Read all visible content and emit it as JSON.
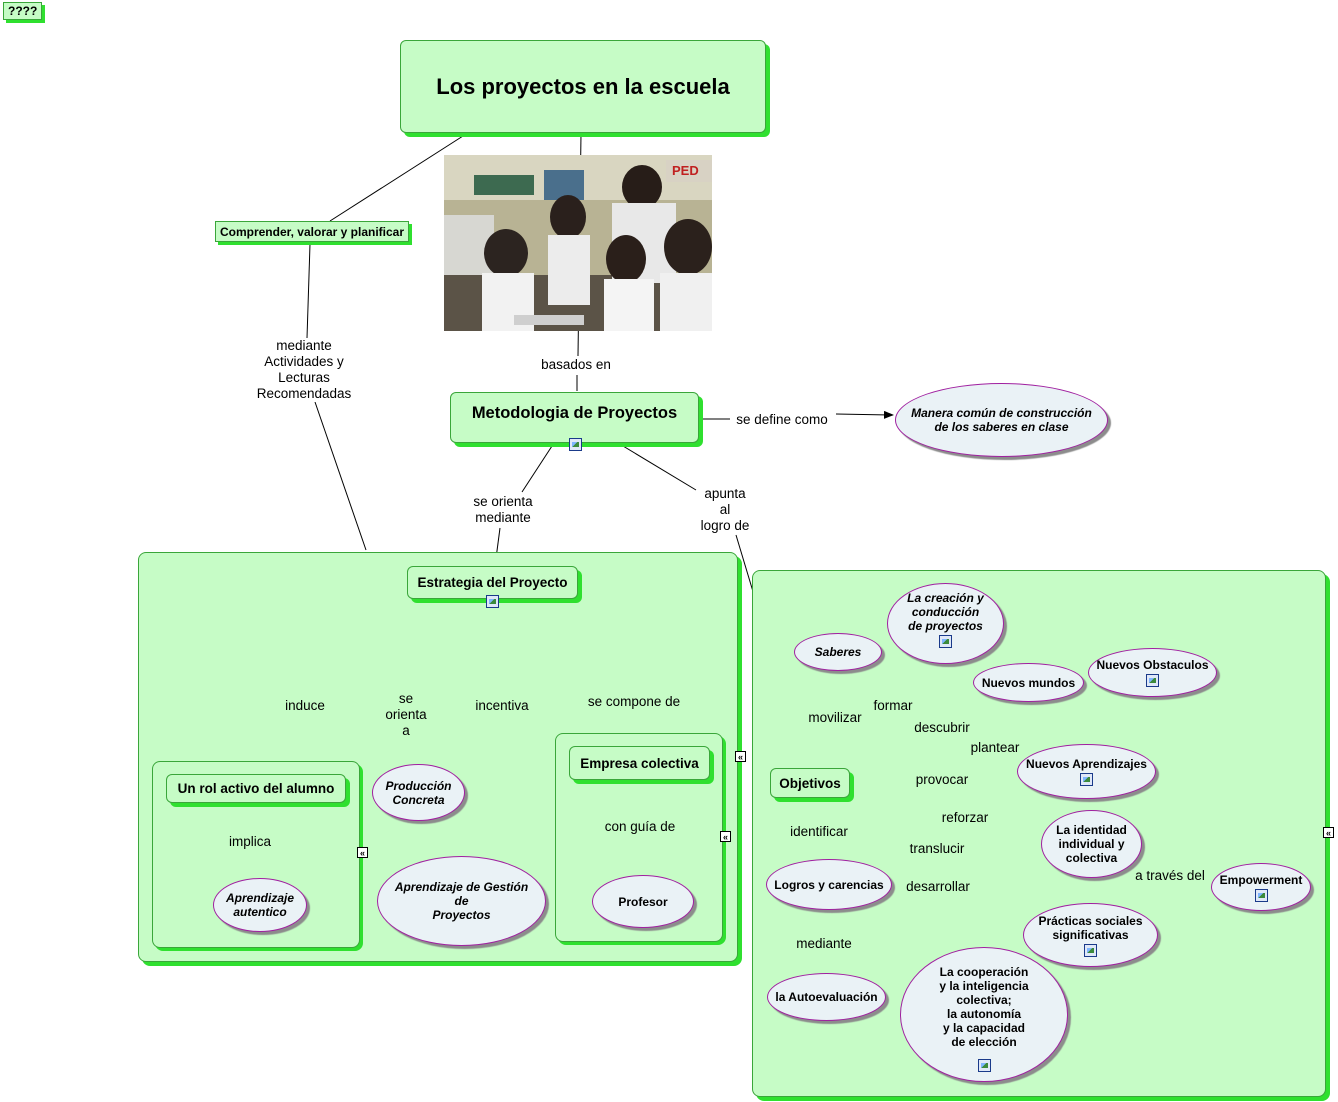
{
  "tag": "????",
  "title": "Los proyectos en la escuela",
  "nodes": {
    "comprender": "Comprender, valorar y planificar",
    "metodologia": "Metodologia de Proyectos",
    "manera": "Manera común de construcción\nde los saberes en clase",
    "estrategia": "Estrategia del Proyecto",
    "rol": "Un rol activo del alumno",
    "aprendizaje_autentico": "Aprendizaje\nautentico",
    "produccion": "Producción\nConcreta",
    "gestion": "Aprendizaje de Gestión\nde\nProyectos",
    "empresa": "Empresa colectiva",
    "profesor": "Profesor",
    "objetivos": "Objetivos",
    "saberes": "Saberes",
    "creacion": "La creación y\nconducción\nde proyectos",
    "nuevos_mundos": "Nuevos mundos",
    "nuevos_obstaculos": "Nuevos Obstaculos",
    "nuevos_aprendizajes": "Nuevos Aprendizajes",
    "identidad": "La identidad\nindividual y\ncolectiva",
    "empowerment": "Empowerment",
    "practicas": "Prácticas sociales\nsignificativas",
    "cooperacion": "La cooperación\ny la inteligencia\ncolectiva;\nla autonomía\ny la capacidad\nde elección",
    "logros": "Logros y carencias",
    "autoevaluacion": "la Autoevaluación"
  },
  "links": {
    "mediante_actividades": "mediante\nActividades y\nLecturas\nRecomendadas",
    "basados_en": "basados en",
    "se_define_como": "se define como",
    "se_orienta_mediante": "se orienta\nmediante",
    "apunta": "apunta\nal\nlogro de",
    "induce": "induce",
    "se_orienta_a": "se\norienta\na",
    "incentiva": "incentiva",
    "se_compone_de": "se compone de",
    "implica": "implica",
    "con_guia_de": "con guía de",
    "movilizar": "movilizar",
    "formar": "formar",
    "descubrir": "descubrir",
    "plantear": "plantear",
    "provocar": "provocar",
    "reforzar": "reforzar",
    "translucir": "translucir",
    "identificar": "identificar",
    "desarrollar": "desarrollar",
    "a_traves_del": "a través del",
    "mediante": "mediante"
  },
  "photo": "classroom-photo",
  "colors": {
    "node_fill": "#c6fcc6",
    "node_shadow": "#2fe02f",
    "oval_fill": "#eaf2f6",
    "oval_border": "#a020a0"
  }
}
